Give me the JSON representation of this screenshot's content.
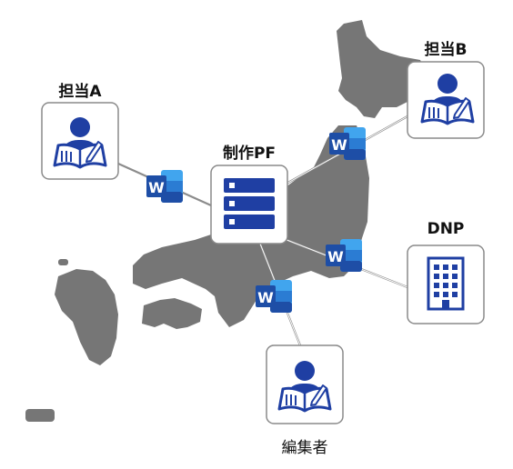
{
  "nodes": {
    "tantou_a": {
      "label": "担当A"
    },
    "tantou_b": {
      "label": "担当B"
    },
    "platform": {
      "label": "制作PF"
    },
    "dnp": {
      "label": "DNP"
    },
    "editor": {
      "label": "編集者"
    }
  },
  "word_badge_letter": "W",
  "colors": {
    "map": "#767676",
    "card_border": "#8a8a8a",
    "icon_blue": "#1f3fa3",
    "word_dark": "#1e4ea6",
    "word_mid": "#2b7cd3",
    "word_light": "#41a5ee",
    "connector": "#8c8c8c"
  },
  "icons": {
    "tantou_a": "person-reading-book-icon",
    "tantou_b": "person-reading-book-icon",
    "platform": "server-icon",
    "dnp": "office-building-icon",
    "editor": "person-reading-book-icon",
    "badges": "microsoft-word-icon"
  }
}
